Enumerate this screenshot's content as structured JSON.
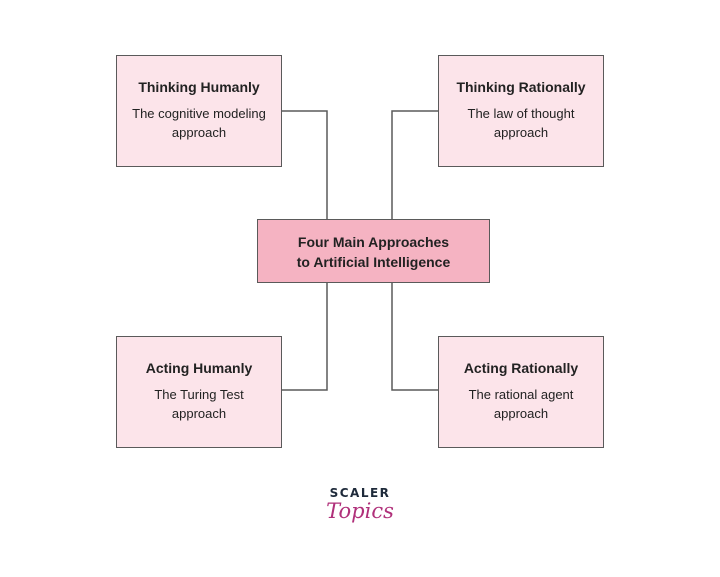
{
  "center": {
    "line1": "Four Main Approaches",
    "line2": "to Artificial Intelligence"
  },
  "boxes": [
    {
      "title": "Thinking Humanly",
      "description": "The cognitive modeling approach"
    },
    {
      "title": "Thinking Rationally",
      "description": "The law of thought approach"
    },
    {
      "title": "Acting Humanly",
      "description": "The Turing Test approach"
    },
    {
      "title": "Acting Rationally",
      "description": "The rational agent approach"
    }
  ],
  "logo": {
    "brand": "SCALER",
    "product": "Topics"
  },
  "colors": {
    "corner_box_fill": "#fce4ea",
    "center_box_fill": "#f5b3c2",
    "border": "#5a5a5a",
    "logo_accent": "#b0307a"
  }
}
